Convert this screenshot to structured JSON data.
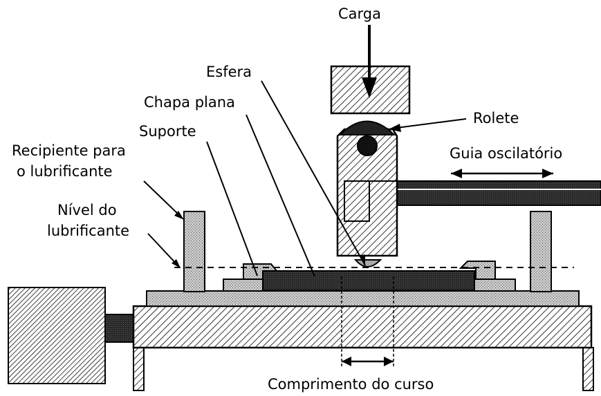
{
  "labels": {
    "carga": "Carga",
    "esfera": "Esfera",
    "chapa_plana": "Chapa plana",
    "rolete": "Rolete",
    "suporte": "Suporte",
    "guia": "Guia oscilatório",
    "recipiente_l1": "Recipiente para",
    "recipiente_l2": "o lubrificante",
    "nivel_l1": "Nível do",
    "nivel_l2": "lubrificante",
    "curso": "Comprimento do curso"
  },
  "colors": {
    "ink": "#000000",
    "light_fill": "#c8c8c8",
    "dark_fill": "#2a2a2a",
    "background": "#ffffff"
  }
}
